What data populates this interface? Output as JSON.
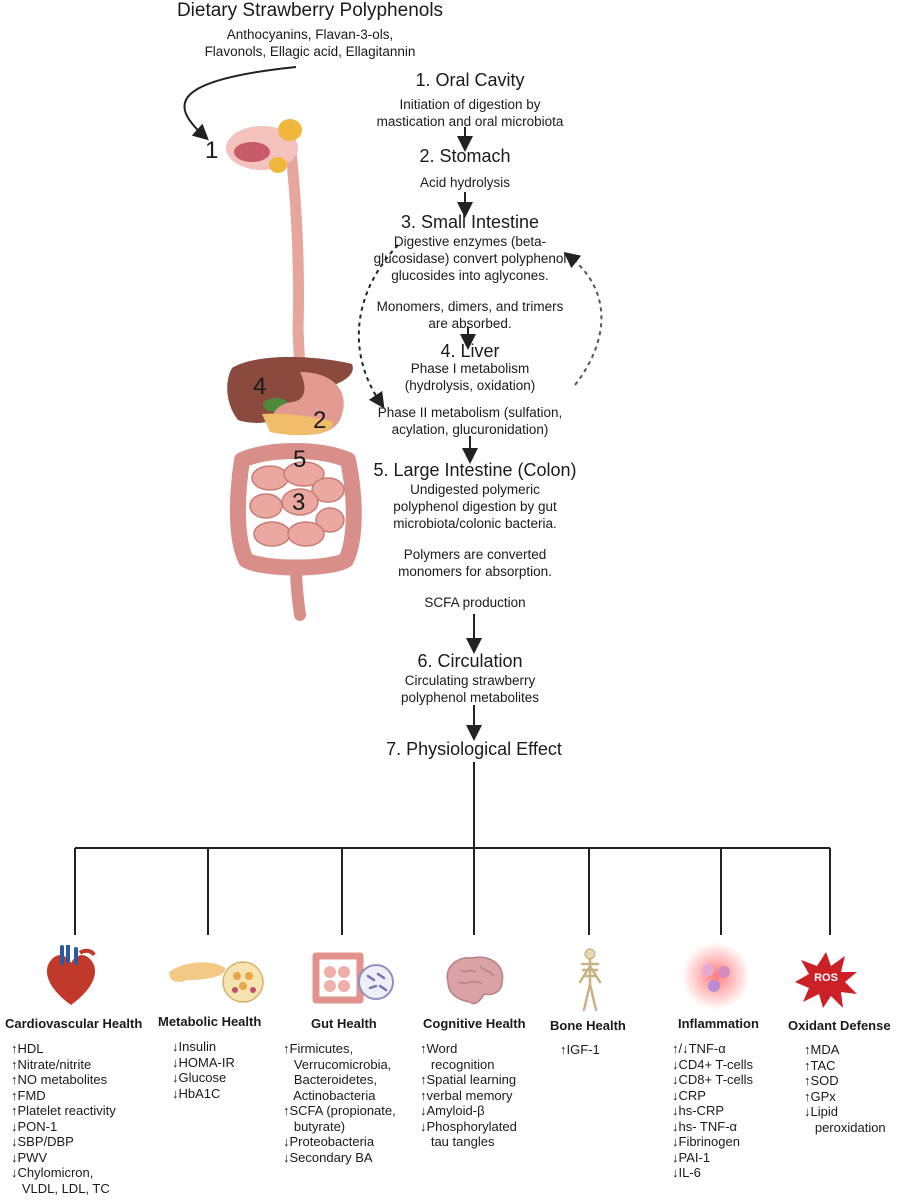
{
  "header": {
    "title": "Dietary Strawberry Polyphenols",
    "compounds_line1": "Anthocyanins, Flavan-3-ols,",
    "compounds_line2": "Flavonols, Ellagic acid, Ellagitannin"
  },
  "anatomy_numbers": [
    "1",
    "4",
    "2",
    "5",
    "3"
  ],
  "steps": {
    "oral": {
      "title": "1.  Oral Cavity",
      "desc": [
        "Initiation of digestion by",
        "mastication and oral microbiota"
      ]
    },
    "stomach": {
      "title": "2. Stomach",
      "desc": [
        "Acid hydrolysis"
      ]
    },
    "small_intestine": {
      "title": "3. Small Intestine",
      "desc": [
        "Digestive enzymes (beta-",
        "glucosidase) convert polyphenol",
        "glucosides into aglycones."
      ],
      "absorb": [
        "Monomers, dimers, and trimers",
        "are absorbed."
      ]
    },
    "liver": {
      "title": "4. Liver",
      "phase1": [
        "Phase I metabolism",
        "(hydrolysis, oxidation)"
      ],
      "phase2": [
        "Phase II metabolism (sulfation,",
        "acylation, glucuronidation)"
      ]
    },
    "large_intestine": {
      "title": "5. Large Intestine (Colon)",
      "desc": [
        "Undigested polymeric",
        "polyphenol digestion by gut",
        "microbiota/colonic bacteria."
      ],
      "polymers": [
        "Polymers are converted",
        "monomers for absorption."
      ],
      "scfa": "SCFA production"
    },
    "circulation": {
      "title": "6. Circulation",
      "desc": [
        "Circulating strawberry",
        "polyphenol metabolites"
      ]
    },
    "effect": {
      "title": "7. Physiological Effect"
    }
  },
  "categories": [
    {
      "title": "Cardiovascular Health",
      "icon": "heart-icon",
      "items": [
        "↑HDL",
        "↑Nitrate/nitrite",
        "↑NO metabolites",
        "↑FMD",
        "↑Platelet reactivity",
        "↓PON-1",
        "↓SBP/DBP",
        "↓PWV",
        "↓Chylomicron,",
        "   VLDL, LDL, TC"
      ]
    },
    {
      "title": "Metabolic Health",
      "icon": "pancreas-icon",
      "items": [
        "↓Insulin",
        "↓HOMA-IR",
        "↓Glucose",
        "↓HbA1C"
      ]
    },
    {
      "title": "Gut Health",
      "icon": "intestine-icon",
      "items": [
        "↑Firmicutes,",
        "   Verrucomicrobia,",
        "   Bacteroidetes,",
        "   Actinobacteria",
        "↑SCFA (propionate,",
        "   butyrate)",
        "↓Proteobacteria",
        "↓Secondary BA"
      ]
    },
    {
      "title": "Cognitive Health",
      "icon": "brain-icon",
      "items": [
        "↑Word",
        "   recognition",
        "↑Spatial learning",
        "↑verbal memory",
        "↓Amyloid-β",
        "↓Phosphorylated",
        "   tau tangles"
      ]
    },
    {
      "title": "Bone Health",
      "icon": "skeleton-icon",
      "items": [
        "↑IGF-1"
      ]
    },
    {
      "title": "Inflammation",
      "icon": "inflamed-cells-icon",
      "items": [
        "↑/↓TNF-α",
        "↓CD4+ T-cells",
        "↓CD8+ T-cells",
        "↓CRP",
        "↓hs-CRP",
        "↓hs- TNF-α",
        "↓Fibrinogen",
        "↓PAI-1",
        "↓IL-6"
      ]
    },
    {
      "title": "Oxidant Defense",
      "icon": "ros-burst-icon",
      "icon_label": "ROS",
      "items": [
        "↑MDA",
        "↑TAC",
        "↑SOD",
        "↑GPx",
        "↓Lipid",
        "   peroxidation"
      ]
    }
  ]
}
